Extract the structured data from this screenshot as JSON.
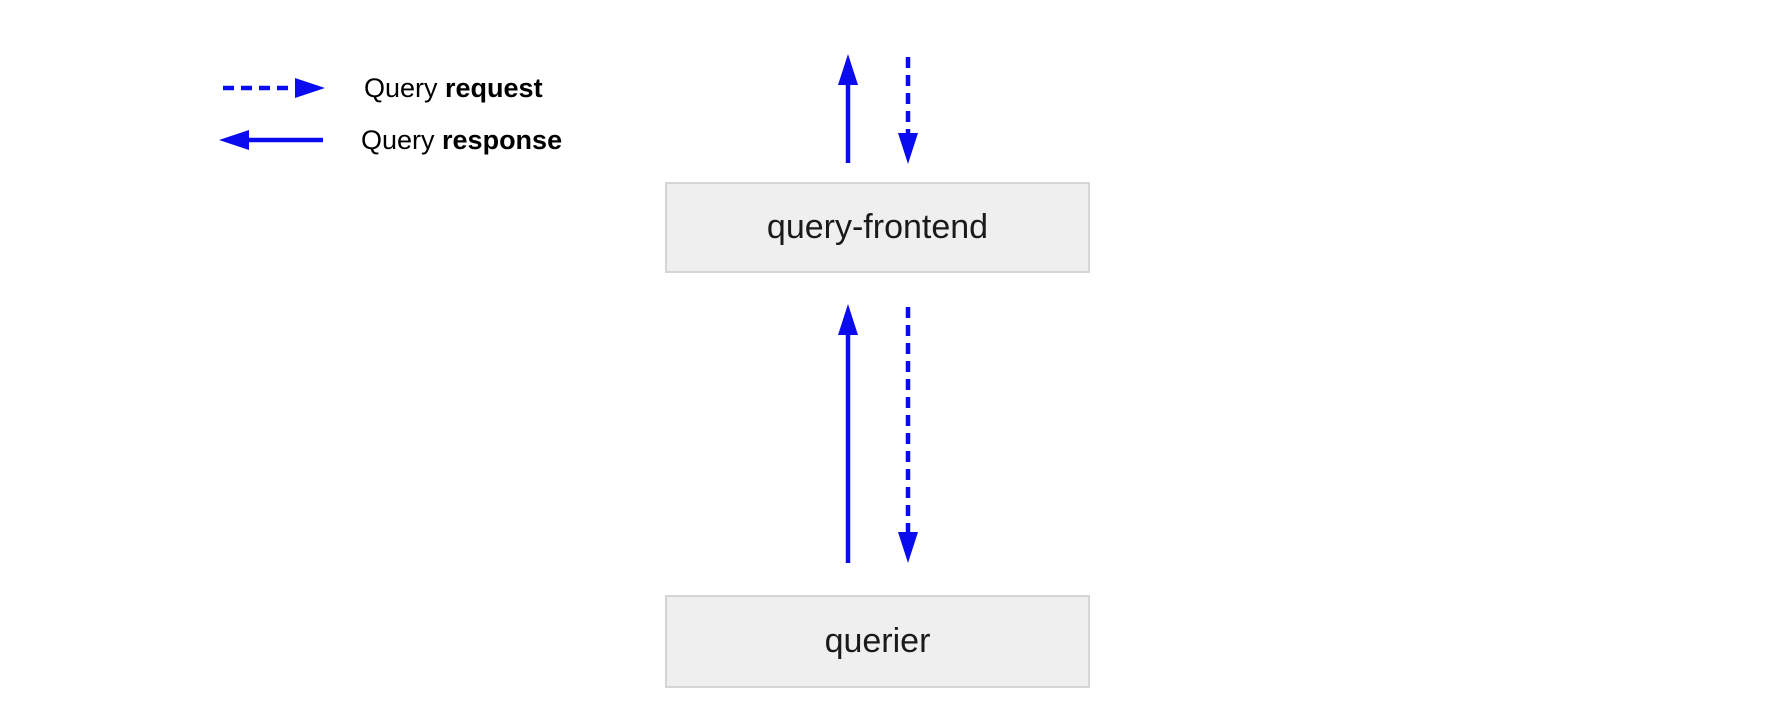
{
  "colors": {
    "arrow": "#0b0bf0",
    "node_fill": "#efefef",
    "node_border": "#d5d5d5",
    "label_text": "#1a1a1a",
    "background": "#ffffff"
  },
  "legend": {
    "items": [
      {
        "icon": "dashed-arrow-right-icon",
        "prefix": "Query ",
        "bold": "request"
      },
      {
        "icon": "solid-arrow-left-icon",
        "prefix": "Query ",
        "bold": "response"
      }
    ]
  },
  "nodes": [
    {
      "id": "query-frontend",
      "label": "query-frontend"
    },
    {
      "id": "querier",
      "label": "querier"
    }
  ],
  "edges": [
    {
      "from": "external",
      "to": "query-frontend",
      "types": [
        "request",
        "response"
      ]
    },
    {
      "from": "query-frontend",
      "to": "querier",
      "types": [
        "request",
        "response"
      ]
    }
  ]
}
